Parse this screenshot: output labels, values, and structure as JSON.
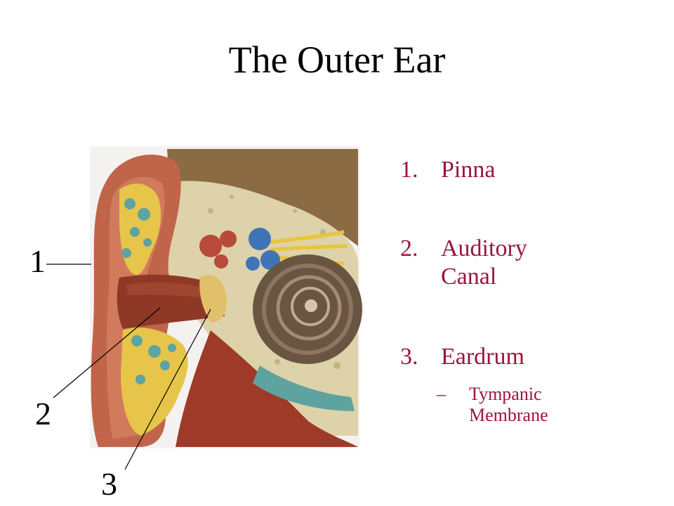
{
  "title": "The Outer Ear",
  "callouts": [
    "1",
    "2",
    "3"
  ],
  "legend": {
    "items": [
      {
        "number": "1.",
        "lines": [
          "Pinna"
        ]
      },
      {
        "number": "2.",
        "lines": [
          "Auditory",
          "Canal"
        ]
      },
      {
        "number": "3.",
        "lines": [
          "Eardrum"
        ]
      }
    ],
    "sub": {
      "bullet": "–",
      "lines": [
        "Tympanic",
        "Membrane"
      ]
    }
  },
  "colors": {
    "legend_text": "#99163a",
    "flesh": "#b85a45",
    "canal": "#8e3826",
    "cartilage_yellow": "#e6c54a",
    "cartilage_teal": "#5fa3a0",
    "bone": "#ddd2a9",
    "cochlea": "#6a5543",
    "nerve_blue": "#3f74b8"
  }
}
